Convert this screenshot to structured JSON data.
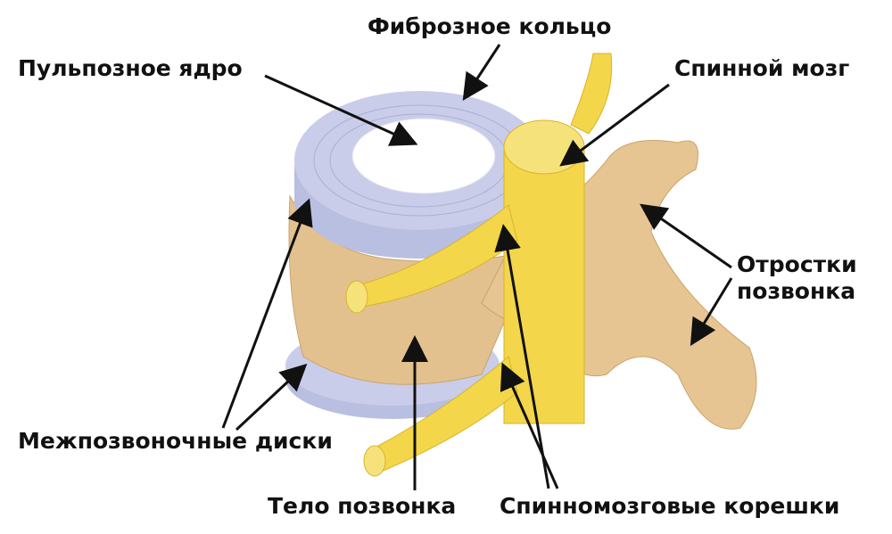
{
  "labels": {
    "annulus": "Фиброзное кольцо",
    "nucleus": "Пульпозное ядро",
    "spinal_cord": "Спинной мозг",
    "processes_line1": "Отростки",
    "processes_line2": "позвонка",
    "discs": "Межпозвоночные диски",
    "body": "Тело позвонка",
    "roots": "Спинномозговые корешки"
  },
  "colors": {
    "disc": "#c9cde9",
    "bone": "#e3c18e",
    "nerve": "#f3d64a",
    "nucleus": "#ffffff"
  }
}
